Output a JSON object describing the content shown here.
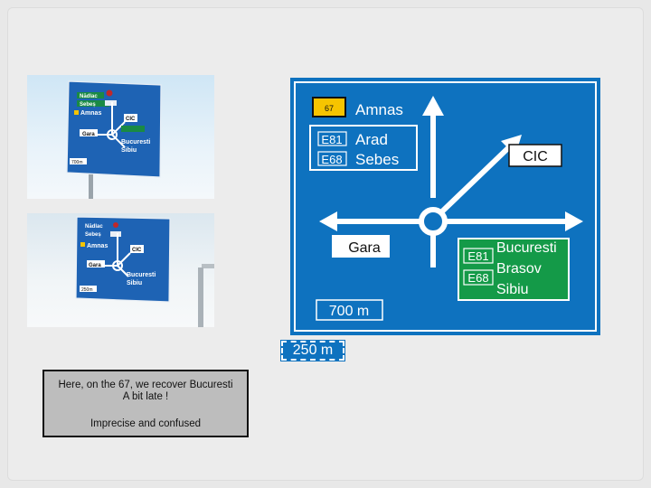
{
  "sign": {
    "route_number": "67",
    "amnas": "Amnas",
    "e81_top": "E81",
    "arad": "Arad",
    "e68_top": "E68",
    "sebes": "Sebes",
    "cic": "CIC",
    "gara": "Gara",
    "e81_bottom": "E81",
    "bucuresti": "Bucuresti",
    "e68_bottom": "E68",
    "brasov": "Brasov",
    "sibiu": "Sibiu",
    "distance_inner": "700 m",
    "distance_outer": "250 m"
  },
  "photos": {
    "photo1": {
      "texts": [
        "Nădlac",
        "Sebeș",
        "Amnas",
        "CIC",
        "Gara",
        "Bucuresti",
        "Sibiu",
        "700m"
      ]
    },
    "photo2": {
      "texts": [
        "Nădlac",
        "Sebeș",
        "Amnas",
        "CIC",
        "Gara",
        "Bucuresti",
        "Sibiu",
        "250m"
      ]
    }
  },
  "note": {
    "line1": "Here, on the 67, we recover Bucuresti",
    "line2": "A bit late !",
    "line3": "Imprecise and confused"
  },
  "colors": {
    "sign_blue": "#0e72bf",
    "sign_green": "#149a48",
    "route_yellow": "#f6c400"
  }
}
